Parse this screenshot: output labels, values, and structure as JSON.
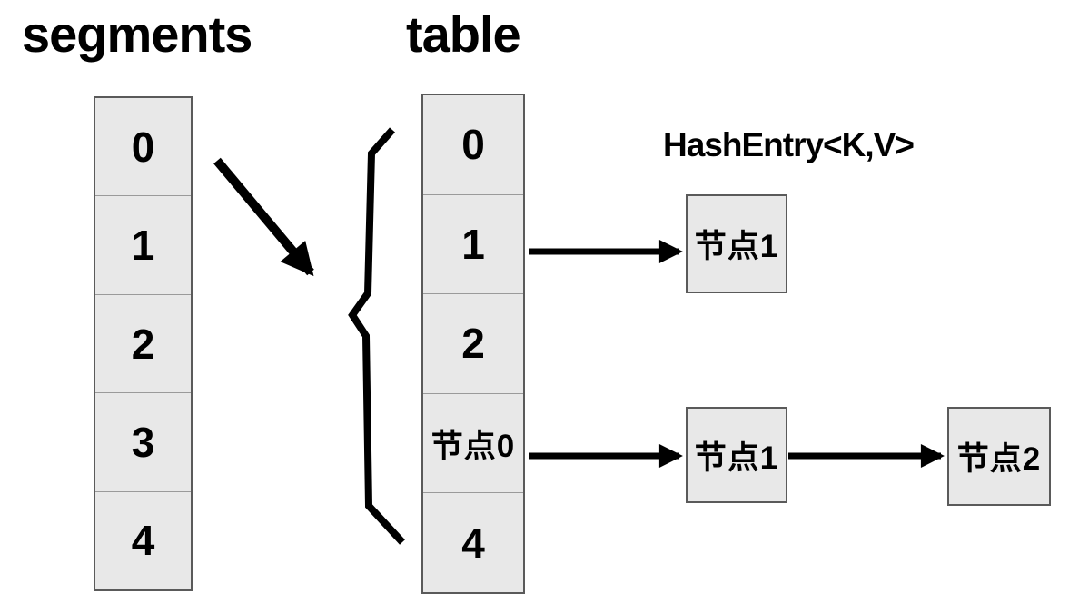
{
  "titles": {
    "segments": "segments",
    "table": "table",
    "hash_entry": "HashEntry<K,V>"
  },
  "segments_array": {
    "cells": [
      "0",
      "1",
      "2",
      "3",
      "4"
    ]
  },
  "table_array": {
    "cells": [
      "0",
      "1",
      "2",
      "节点0",
      "4"
    ]
  },
  "nodes": {
    "bucket1_node1": "节点1",
    "bucket3_node1": "节点1",
    "bucket3_node2": "节点2"
  },
  "icons": {
    "segment_to_table_arrow": "thick diagonal arrow",
    "curly_brace": "left curly brace spanning table",
    "bucket1_arrow": "horizontal arrow",
    "node0_arrow": "horizontal arrow",
    "node1_to_node2_arrow": "horizontal arrow"
  },
  "colors": {
    "background": "#ffffff",
    "cell_fill": "#e8e8e8",
    "cell_border": "#5a5a5a",
    "cell_divider": "#9a9a9a",
    "arrow": "#000000",
    "text": "#000000"
  }
}
